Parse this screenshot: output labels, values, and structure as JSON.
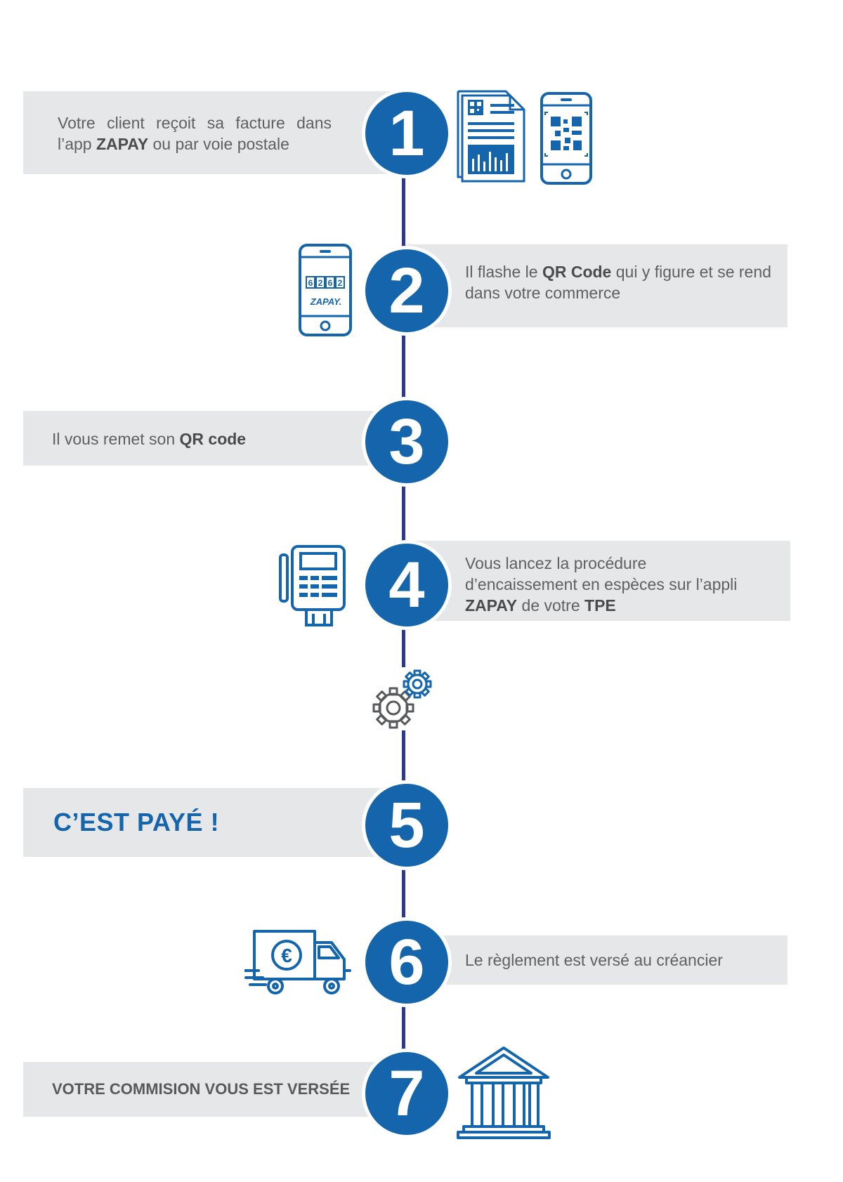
{
  "steps": [
    {
      "number": "1",
      "text_a": "Votre client reçoit sa facture dans",
      "text_b_pre": "l’app ",
      "text_b_bold": "ZAPAY",
      "text_b_post": " ou par voie postale"
    },
    {
      "number": "2",
      "text_a_pre": "Il flashe le ",
      "text_a_bold": "QR Code",
      "text_a_post": " qui y figure et se rend",
      "text_b": "dans votre commerce"
    },
    {
      "number": "3",
      "text_pre": "Il vous remet son ",
      "text_bold": "QR code"
    },
    {
      "number": "4",
      "text_a": "Vous lancez la procédure",
      "text_b": "d’encaissement en espèces sur l’appli",
      "text_c_bold1": "ZAPAY",
      "text_c_mid": " de votre ",
      "text_c_bold2": "TPE"
    },
    {
      "number": "5",
      "title": "C’EST PAYÉ !"
    },
    {
      "number": "6",
      "text": "Le règlement est versé au créancier"
    },
    {
      "number": "7",
      "text": "VOTRE COMMISION VOUS EST VERSÉE"
    }
  ],
  "phone_screen": {
    "digits": [
      "6",
      "2",
      "6",
      "2"
    ],
    "brand": "ZAPAY."
  },
  "colors": {
    "blue": "#1565ad",
    "navy": "#2e3a87",
    "box": "#e6e7e8",
    "text": "#5f6062",
    "gear": "#58595b"
  },
  "icons": [
    "document-qr-icon",
    "phone-qr-icon",
    "phone-zapay-icon",
    "payment-terminal-icon",
    "gears-icon",
    "cash-truck-icon",
    "bank-icon"
  ]
}
